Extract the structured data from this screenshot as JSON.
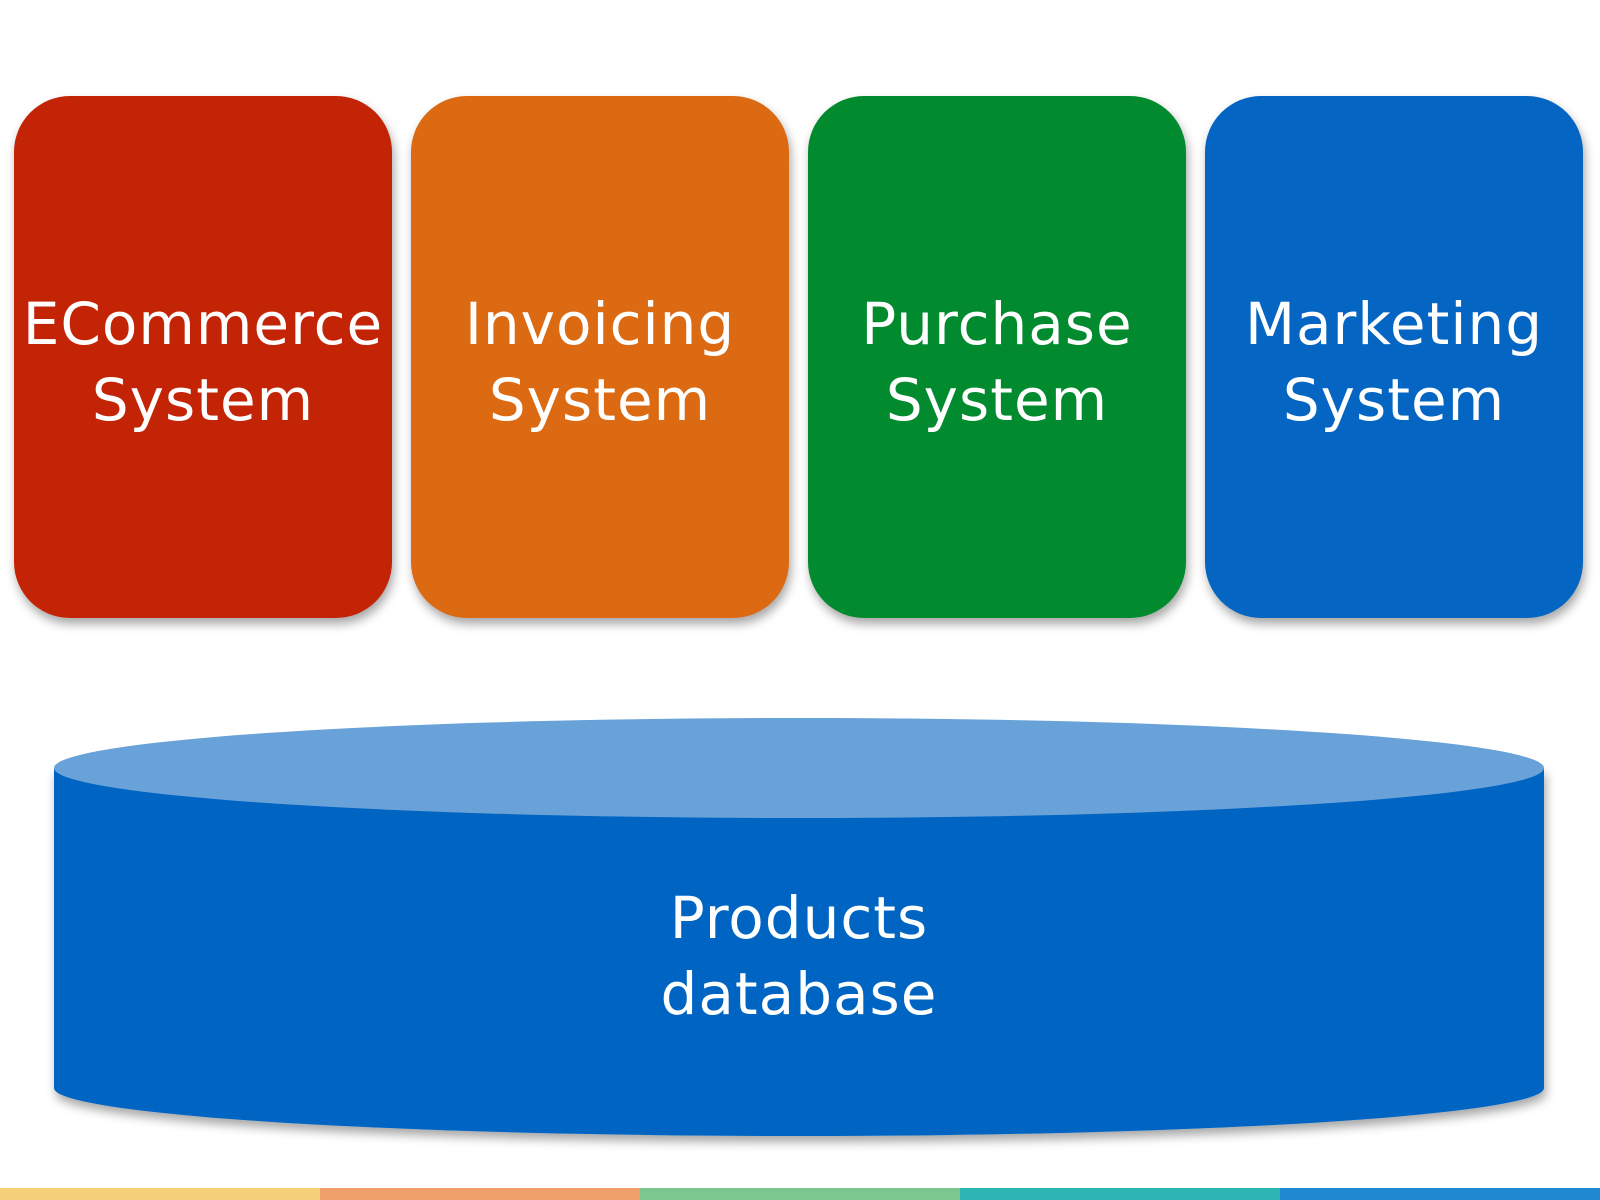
{
  "systems": [
    {
      "line1": "ECommerce",
      "line2": "System",
      "color": "#C42406"
    },
    {
      "line1": "Invoicing",
      "line2": "System",
      "color": "#DC6A12"
    },
    {
      "line1": "Purchase",
      "line2": "System",
      "color": "#028A2E"
    },
    {
      "line1": "Marketing",
      "line2": "System",
      "color": "#0565C2"
    }
  ],
  "database": {
    "line1": "Products",
    "line2": "database",
    "body_color": "#0565C2",
    "top_color": "#68A2D8"
  },
  "footer_colors": [
    "#F5D078",
    "#EF9F6A",
    "#7CC690",
    "#2DB5B3",
    "#1E88D0"
  ]
}
